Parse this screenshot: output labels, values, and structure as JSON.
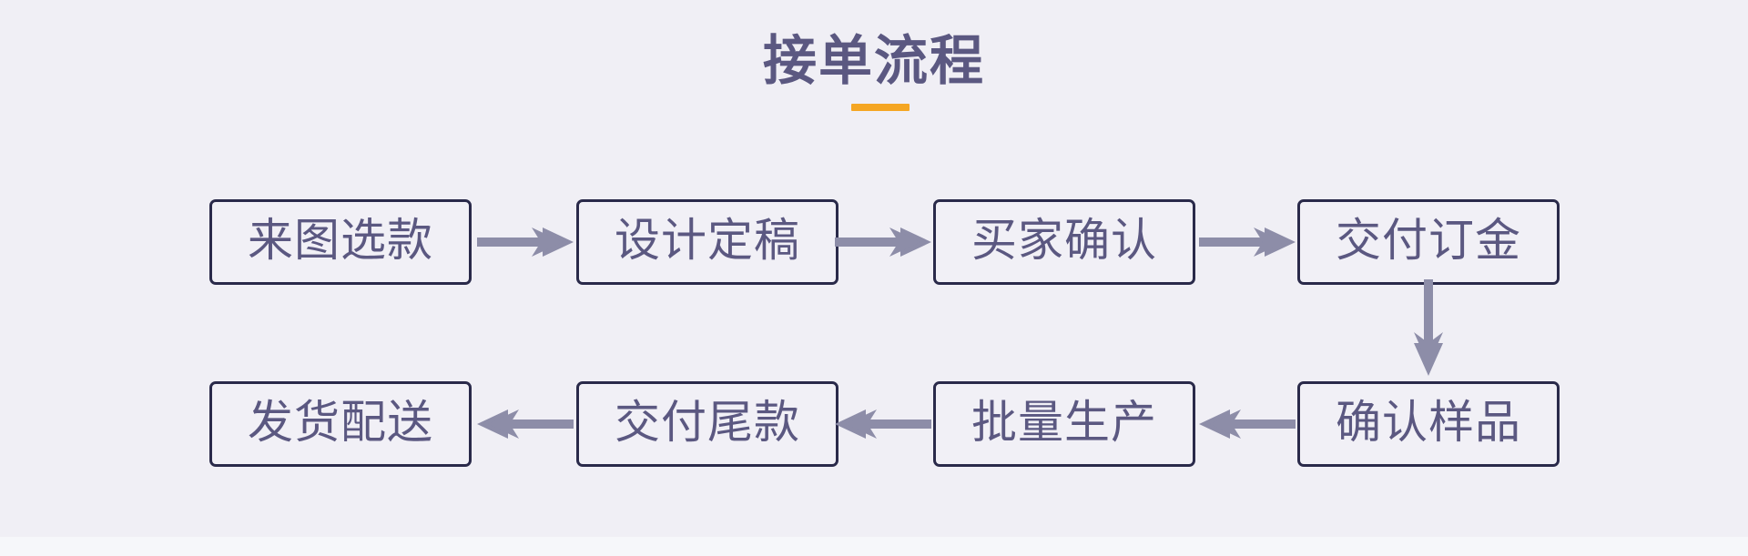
{
  "page": {
    "background_color": "#f0eff5",
    "bottom_strip_color": "#f6f7fa"
  },
  "header": {
    "title": "接单流程",
    "title_color": "#5b5881",
    "accent_color": "#f5a623"
  },
  "flow": {
    "box_border_color": "#2a2a4a",
    "box_fill_color": "#f1f0f6",
    "box_text_color": "#5b5881",
    "arrow_color": "#8d8da8",
    "steps": [
      {
        "index": 1,
        "label": "来图选款",
        "row": 1,
        "col": 1
      },
      {
        "index": 2,
        "label": "设计定稿",
        "row": 1,
        "col": 2
      },
      {
        "index": 3,
        "label": "买家确认",
        "row": 1,
        "col": 3
      },
      {
        "index": 4,
        "label": "交付订金",
        "row": 1,
        "col": 4
      },
      {
        "index": 5,
        "label": "确认样品",
        "row": 2,
        "col": 4
      },
      {
        "index": 6,
        "label": "批量生产",
        "row": 2,
        "col": 3
      },
      {
        "index": 7,
        "label": "交付尾款",
        "row": 2,
        "col": 2
      },
      {
        "index": 8,
        "label": "发货配送",
        "row": 2,
        "col": 1
      }
    ],
    "connectors": [
      {
        "from": "来图选款",
        "to": "设计定稿",
        "direction": "right"
      },
      {
        "from": "设计定稿",
        "to": "买家确认",
        "direction": "right"
      },
      {
        "from": "买家确认",
        "to": "交付订金",
        "direction": "right"
      },
      {
        "from": "交付订金",
        "to": "确认样品",
        "direction": "down"
      },
      {
        "from": "确认样品",
        "to": "批量生产",
        "direction": "left"
      },
      {
        "from": "批量生产",
        "to": "交付尾款",
        "direction": "left"
      },
      {
        "from": "交付尾款",
        "to": "发货配送",
        "direction": "left"
      }
    ]
  }
}
